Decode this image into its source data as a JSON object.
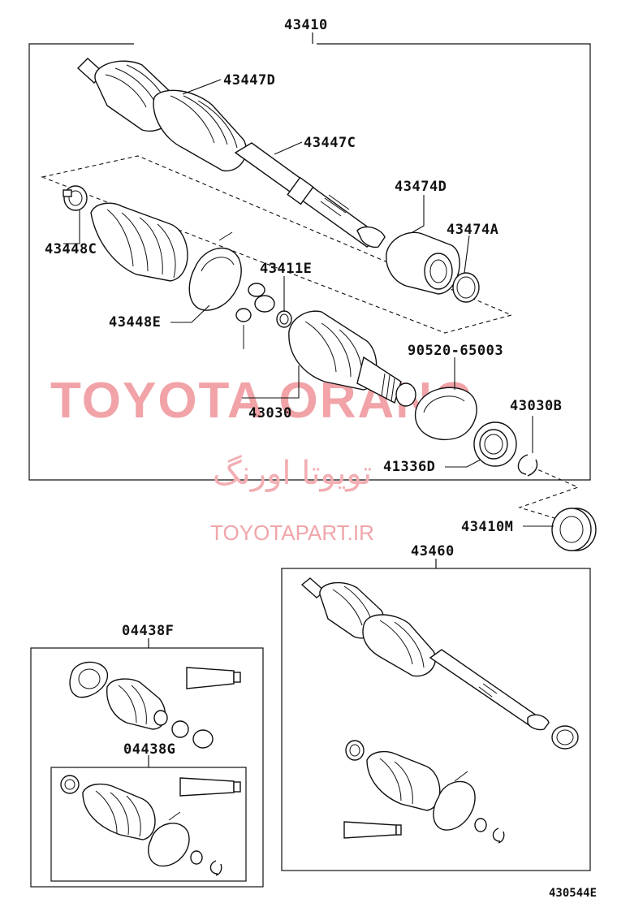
{
  "watermark": {
    "brand": "TOYOTA ORANG",
    "brand_fa": "تویوتا اورنگ",
    "url": "TOYOTAPART.IR"
  },
  "parts": {
    "p43410": "43410",
    "p43447D": "43447D",
    "p43447C": "43447C",
    "p43474D": "43474D",
    "p43474A": "43474A",
    "p43448C": "43448C",
    "p43411E": "43411E",
    "p43448E": "43448E",
    "p90520": "90520-65003",
    "p43030": "43030",
    "p43030B": "43030B",
    "p41336D": "41336D",
    "p43410M": "43410M",
    "p43460": "43460",
    "p04438F": "04438F",
    "p04438G": "04438G"
  },
  "figure_code": "430544E",
  "colors": {
    "line": "#111111",
    "watermark": "#f1a3a8"
  }
}
